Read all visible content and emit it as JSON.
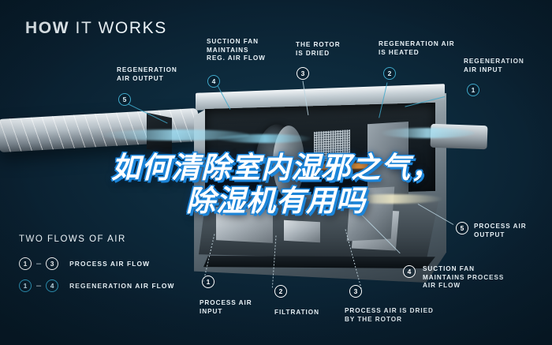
{
  "headline": {
    "bold": "HOW",
    "light": " IT WORKS"
  },
  "overlay_title": {
    "line1": "如何清除室内湿邪之气，",
    "line2": "除湿机有用吗"
  },
  "callouts": [
    {
      "id": "regeneration-air-output",
      "number": "5",
      "text": "REGENERATION\nAIR OUTPUT",
      "flow": "regeneration"
    },
    {
      "id": "suction-fan-reg",
      "number": "4",
      "text": "SUCTION FAN\nMAINTAINS\nREG. AIR FLOW",
      "flow": "regeneration"
    },
    {
      "id": "rotor-is-dried",
      "number": "3",
      "text": "THE ROTOR\nIS DRIED",
      "flow": "regeneration"
    },
    {
      "id": "regeneration-air-heated",
      "number": "2",
      "text": "REGENERATION AIR\nIS HEATED",
      "flow": "regeneration"
    },
    {
      "id": "regeneration-air-input",
      "number": "1",
      "text": "REGENERATION\nAIR INPUT",
      "flow": "regeneration"
    },
    {
      "id": "process-air-output",
      "number": "5",
      "text": "PROCESS AIR\nOUTPUT",
      "flow": "process"
    },
    {
      "id": "suction-fan-process",
      "number": "4",
      "text": "SUCTION FAN\nMAINTAINS PROCESS\nAIR FLOW",
      "flow": "process"
    },
    {
      "id": "process-air-dried",
      "number": "3",
      "text": "PROCESS AIR IS DRIED\nBY THE ROTOR",
      "flow": "process"
    },
    {
      "id": "filtration",
      "number": "2",
      "text": "FILTRATION",
      "flow": "process"
    },
    {
      "id": "process-air-input",
      "number": "1",
      "text": "PROCESS AIR\nINPUT",
      "flow": "process"
    }
  ],
  "labels": {
    "regeneration_air_output": "REGENERATION\nAIR OUTPUT",
    "suction_fan_reg": "SUCTION FAN\nMAINTAINS\nREG. AIR FLOW",
    "rotor_is_dried": "THE ROTOR\nIS DRIED",
    "regeneration_air_heated": "REGENERATION AIR\nIS HEATED",
    "regeneration_air_input": "REGENERATION\nAIR INPUT",
    "process_air_output": "PROCESS AIR\nOUTPUT",
    "suction_fan_process": "SUCTION FAN\nMAINTAINS PROCESS\nAIR FLOW",
    "process_air_dried": "PROCESS AIR IS DRIED\nBY THE ROTOR",
    "filtration": "FILTRATION",
    "process_air_input": "PROCESS AIR\nINPUT"
  },
  "markers": {
    "m5_left": "5",
    "m4_top": "4",
    "m3_top": "3",
    "m2_top": "2",
    "m1_right": "1",
    "m5_right": "5",
    "m4_right": "4",
    "m3_bottom": "3",
    "m2_bottom": "2",
    "m1_bottom": "1"
  },
  "legend": {
    "title": "TWO FLOWS OF AIR",
    "rows": [
      {
        "from": "1",
        "to": "3",
        "dash": "–",
        "label": "PROCESS AIR FLOW",
        "style": "white"
      },
      {
        "from": "1",
        "to": "4",
        "dash": "–",
        "label": "REGENERATION AIR FLOW",
        "style": "teal"
      }
    ]
  },
  "colors": {
    "background": "#0a2232",
    "accent_teal": "#2f9cc0",
    "airflow_blue": "#7fd4ef",
    "heater_orange": "#ff8a22",
    "title_outline": "#1b84d8",
    "text": "#eaf3f8"
  }
}
